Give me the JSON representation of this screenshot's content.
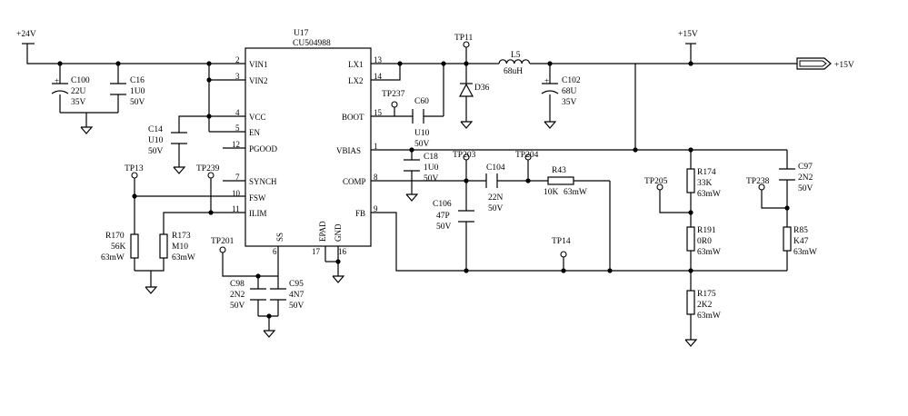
{
  "chip": {
    "ref": "U17",
    "part": "CU504988",
    "left_pins": [
      {
        "name": "VIN1",
        "num": "2"
      },
      {
        "name": "VIN2",
        "num": "3"
      },
      {
        "name": "VCC",
        "num": "4"
      },
      {
        "name": "EN",
        "num": "5"
      },
      {
        "name": "PGOOD",
        "num": "12"
      },
      {
        "name": "SYNCH",
        "num": "7"
      },
      {
        "name": "FSW",
        "num": "10"
      },
      {
        "name": "ILIM",
        "num": "11"
      }
    ],
    "right_pins": [
      {
        "name": "LX1",
        "num": "13"
      },
      {
        "name": "LX2",
        "num": "14"
      },
      {
        "name": "BOOT",
        "num": "15"
      },
      {
        "name": "VBIAS",
        "num": "1"
      },
      {
        "name": "COMP",
        "num": "8"
      },
      {
        "name": "FB",
        "num": "9"
      }
    ],
    "bottom_pins": [
      {
        "name": "SS",
        "num": "6"
      },
      {
        "name": "EPAD",
        "num": "17"
      },
      {
        "name": "GND",
        "num": "16"
      }
    ]
  },
  "rails": {
    "vin": "+24V",
    "vout_top": "+15V",
    "vout_port": "+15V"
  },
  "components": {
    "c100": {
      "ref": "C100",
      "value": "22U",
      "rating": "35V"
    },
    "c16": {
      "ref": "C16",
      "value": "1U0",
      "rating": "50V"
    },
    "c14": {
      "ref": "C14",
      "value": "U10",
      "rating": "50V"
    },
    "c60": {
      "ref": "C60",
      "value": "U10",
      "rating": "50V"
    },
    "d36": {
      "ref": "D36"
    },
    "l5": {
      "ref": "L5",
      "value": "68uH"
    },
    "c102": {
      "ref": "C102",
      "value": "68U",
      "rating": "35V"
    },
    "c18": {
      "ref": "C18",
      "value": "1U0",
      "rating": "50V"
    },
    "c104": {
      "ref": "C104",
      "value": "22N",
      "rating": "50V"
    },
    "r43": {
      "ref": "R43",
      "value": "10K",
      "power": "63mW"
    },
    "c106": {
      "ref": "C106",
      "value": "47P",
      "rating": "50V"
    },
    "r170": {
      "ref": "R170",
      "value": "56K",
      "power": "63mW"
    },
    "r173": {
      "ref": "R173",
      "value": "M10",
      "power": "63mW"
    },
    "c98": {
      "ref": "C98",
      "value": "2N2",
      "rating": "50V"
    },
    "c95": {
      "ref": "C95",
      "value": "4N7",
      "rating": "50V"
    },
    "r174": {
      "ref": "R174",
      "value": "33K",
      "power": "63mW"
    },
    "r191": {
      "ref": "R191",
      "value": "0R0",
      "power": "63mW"
    },
    "r175": {
      "ref": "R175",
      "value": "2K2",
      "power": "63mW"
    },
    "c97": {
      "ref": "C97",
      "value": "2N2",
      "rating": "50V"
    },
    "r85": {
      "ref": "R85",
      "value": "K47",
      "power": "63mW"
    }
  },
  "test_points": {
    "tp11": "TP11",
    "tp237": "TP237",
    "tp13": "TP13",
    "tp239": "TP239",
    "tp201": "TP201",
    "tp203": "TP203",
    "tp204": "TP204",
    "tp14": "TP14",
    "tp205": "TP205",
    "tp238": "TP238"
  }
}
